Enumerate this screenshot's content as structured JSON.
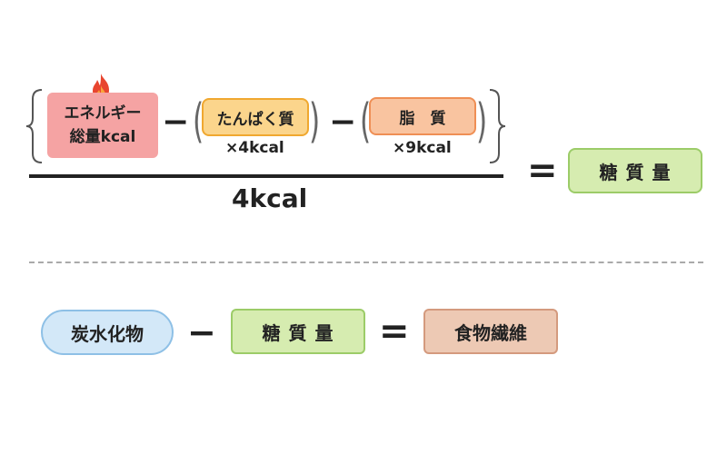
{
  "formula1": {
    "energy_label_line1": "エネルギー",
    "energy_label_line2": "総量kcal",
    "protein_label": "たんぱく質",
    "protein_multiplier": "×4kcal",
    "fat_label": "脂　質",
    "fat_multiplier": "×9kcal",
    "divisor": "4kcal",
    "result": "糖 質 量",
    "minus": "−",
    "equals": "="
  },
  "formula2": {
    "carbohydrate": "炭水化物",
    "sugar": "糖 質 量",
    "fiber": "食物繊維",
    "minus": "−",
    "equals": "="
  },
  "colors": {
    "energy_fill": "#f5a3a3",
    "protein_fill": "#fbd58c",
    "protein_border": "#f0a830",
    "fat_fill": "#f9c4a0",
    "fat_border": "#ef8f55",
    "sugar_fill": "#d6ecb0",
    "sugar_border": "#9ccc68",
    "carb_fill": "#d3e8f8",
    "carb_border": "#8ec0e6",
    "fiber_fill": "#edc9b4",
    "fiber_border": "#d49a7e"
  }
}
